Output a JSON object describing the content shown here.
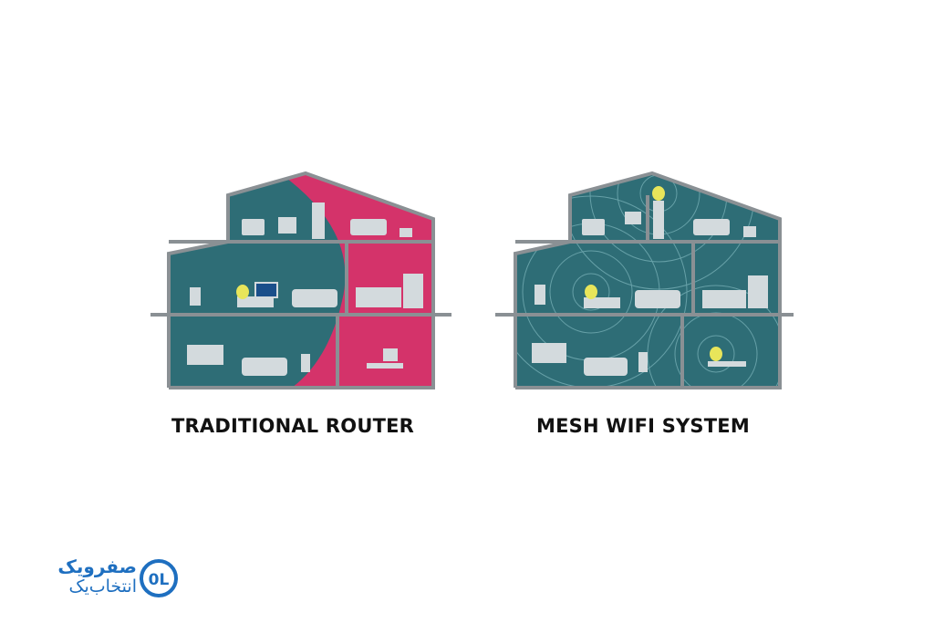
{
  "captions": {
    "left": "TRADITIONAL ROUTER",
    "right": "MESH WIFI SYSTEM"
  },
  "logo": {
    "line1": "صفرویک",
    "line2": "انتخاب‌یک",
    "mark": "0L"
  },
  "colors": {
    "room": "#2e6d76",
    "wall": "#8a9094",
    "dead_zone": "#d4336a",
    "furniture": "#d3dadd",
    "router": "#e8e55a",
    "caption": "#111111",
    "brand": "#1e6fc0"
  }
}
